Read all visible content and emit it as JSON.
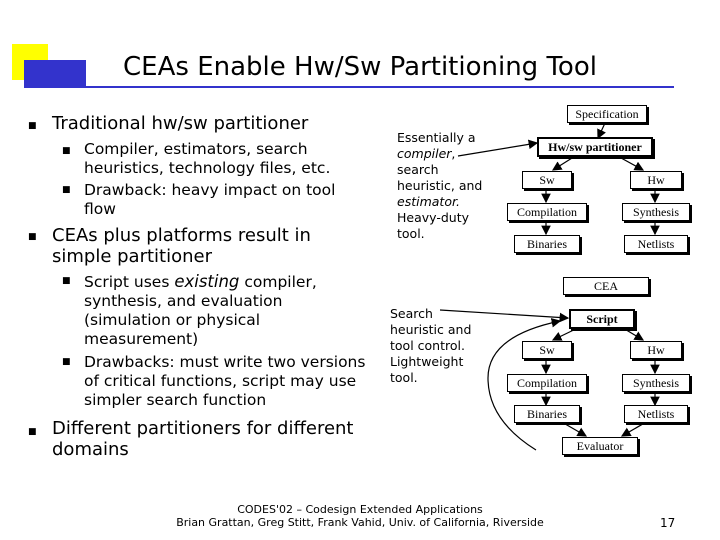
{
  "title": "CEAs Enable Hw/Sw Partitioning Tool",
  "bullets": {
    "b1": "Traditional hw/sw partitioner",
    "b1_sub1": "Compiler, estimators, search heuristics, technology files, etc.",
    "b1_sub2": "Drawback: heavy impact on tool flow",
    "b2": "CEAs plus platforms result in simple partitioner",
    "b2_sub1_pre": "Script uses ",
    "b2_sub1_em": "existing",
    "b2_sub1_post": " compiler, synthesis, and evaluation (simulation or physical measurement)",
    "b2_sub2": "Drawbacks: must write two versions of critical functions, script may use simpler search function",
    "b3": "Different partitioners for different domains"
  },
  "notes": {
    "top_line1": "Essentially a",
    "top_compiler": "compiler",
    "top_comma": ",",
    "top_line3": "search",
    "top_line4": "heuristic, and",
    "top_estimator": "estimator.",
    "top_line6": "Heavy-duty",
    "top_line7": "tool.",
    "bottom_line1": "Search",
    "bottom_line2": "heuristic and",
    "bottom_line3": "tool control.",
    "bottom_line4": "Lightweight",
    "bottom_line5": "tool."
  },
  "diagram_top": {
    "specification": "Specification",
    "partitioner": "Hw/sw partitioner",
    "sw": "Sw",
    "hw": "Hw",
    "compilation": "Compilation",
    "synthesis": "Synthesis",
    "binaries": "Binaries",
    "netlists": "Netlists"
  },
  "diagram_bottom": {
    "cea": "CEA",
    "script": "Script",
    "sw": "Sw",
    "hw": "Hw",
    "compilation": "Compilation",
    "synthesis": "Synthesis",
    "binaries": "Binaries",
    "netlists": "Netlists",
    "evaluator": "Evaluator"
  },
  "footer": {
    "line1": "CODES'02 – Codesign Extended Applications",
    "line2": "Brian Grattan, Greg Stitt, Frank Vahid, Univ. of California, Riverside"
  },
  "page_number": "17"
}
